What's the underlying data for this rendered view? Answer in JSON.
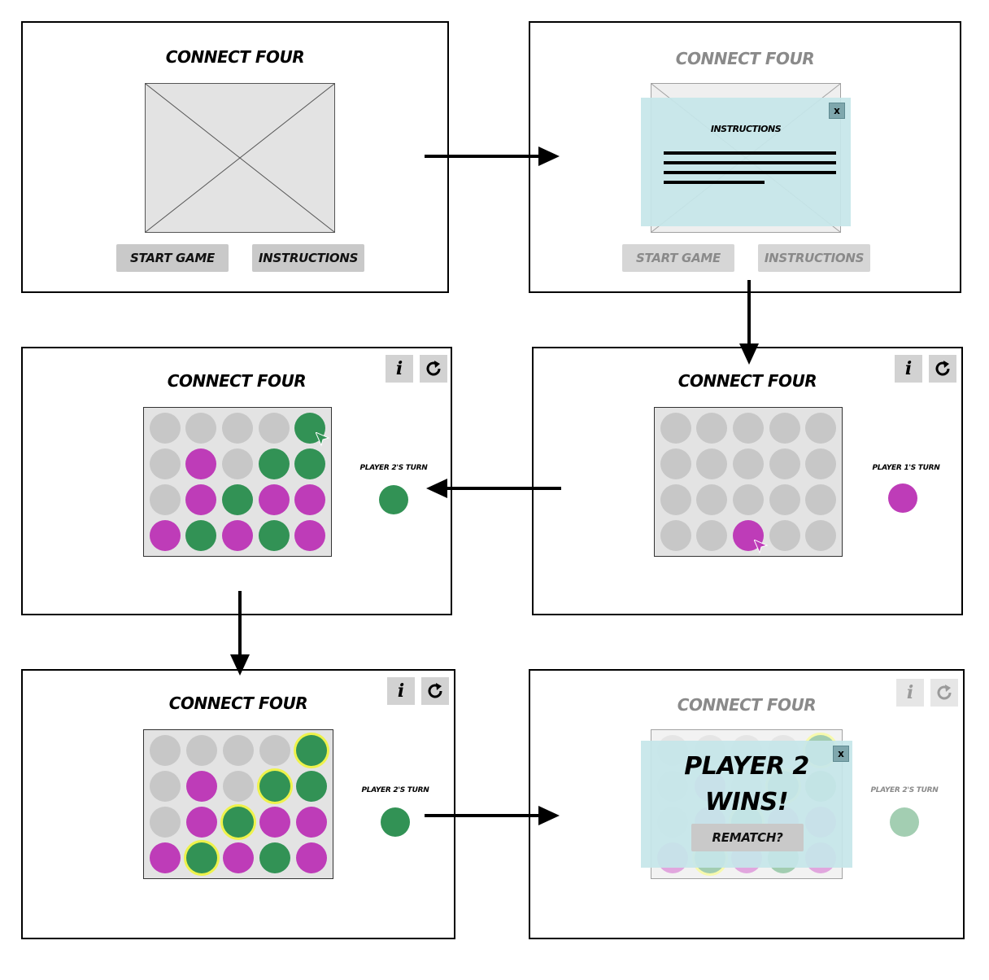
{
  "app_title": "CONNECT FOUR",
  "buttons": {
    "start": "START GAME",
    "instructions": "INSTRUCTIONS",
    "rematch": "REMATCH?",
    "info_glyph": "i",
    "close_glyph": "x"
  },
  "modal": {
    "instructions_title": "INSTRUCTIONS",
    "win_line1": "PLAYER 2",
    "win_line2": "WINS!"
  },
  "turns": {
    "player1": "PLAYER 1'S TURN",
    "player2": "PLAYER 2'S TURN"
  },
  "colors": {
    "empty": "#c7c7c7",
    "player1": "#be3cb8",
    "player2": "#329255",
    "highlight": "#eef24b",
    "modal": "#c6e6e9"
  },
  "icons": [
    "info-icon",
    "restart-icon",
    "close-icon",
    "cursor-icon",
    "arrow-right-icon",
    "arrow-down-icon",
    "arrow-left-icon"
  ],
  "boards": {
    "screen3": [
      [
        "E",
        "E",
        "E",
        "E",
        "E"
      ],
      [
        "E",
        "E",
        "E",
        "E",
        "E"
      ],
      [
        "E",
        "E",
        "E",
        "E",
        "E"
      ],
      [
        "E",
        "E",
        "M",
        "E",
        "E"
      ]
    ],
    "screen4": [
      [
        "E",
        "E",
        "E",
        "E",
        "G"
      ],
      [
        "E",
        "M",
        "E",
        "G",
        "G"
      ],
      [
        "E",
        "M",
        "G",
        "M",
        "M"
      ],
      [
        "M",
        "G",
        "M",
        "G",
        "M"
      ]
    ],
    "screen5": [
      [
        "E",
        "E",
        "E",
        "E",
        "G*"
      ],
      [
        "E",
        "M",
        "E",
        "G*",
        "G"
      ],
      [
        "E",
        "M",
        "G*",
        "M",
        "M"
      ],
      [
        "M",
        "G*",
        "M",
        "G",
        "M"
      ]
    ]
  }
}
